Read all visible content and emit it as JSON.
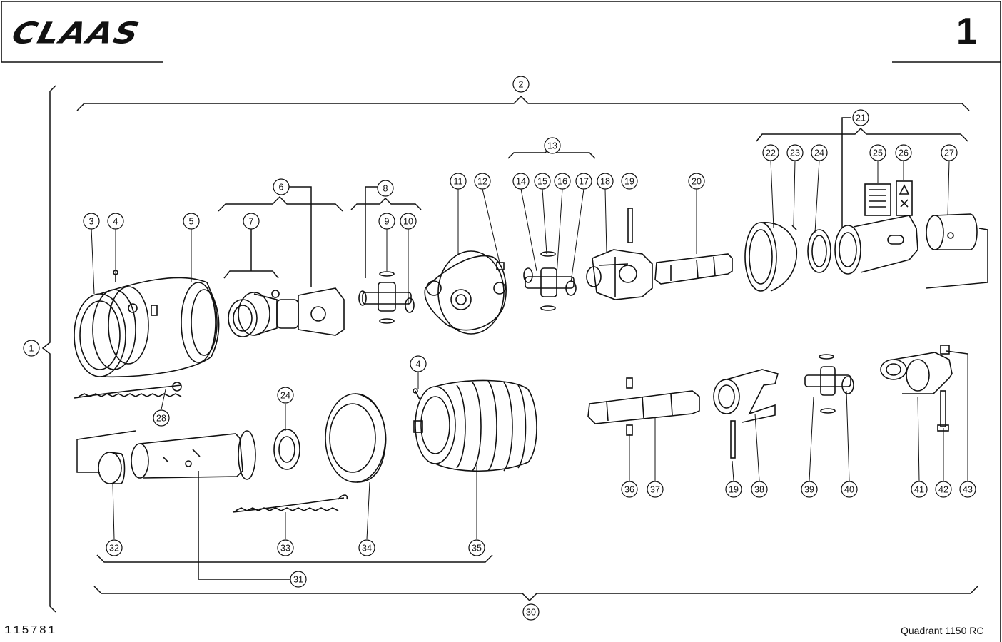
{
  "header": {
    "brand": "CLAAS",
    "page_number": "1"
  },
  "footer": {
    "drawing_number": "115781",
    "model": "Quadrant 1150 RC"
  },
  "callouts": [
    "1",
    "2",
    "3",
    "4",
    "5",
    "6",
    "7",
    "8",
    "9",
    "10",
    "11",
    "12",
    "13",
    "14",
    "15",
    "16",
    "17",
    "18",
    "19",
    "20",
    "21",
    "22",
    "23",
    "24",
    "25",
    "26",
    "27",
    "28",
    "30",
    "31",
    "32",
    "33",
    "34",
    "35",
    "36",
    "37",
    "38",
    "39",
    "40",
    "41",
    "42",
    "43"
  ]
}
